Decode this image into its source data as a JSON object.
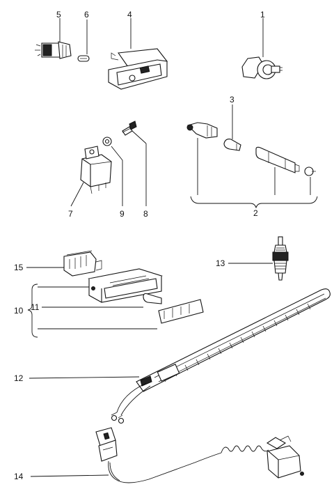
{
  "labels": {
    "c1": "1",
    "c2": "2",
    "c3": "3",
    "c4": "4",
    "c5": "5",
    "c6": "6",
    "c7": "7",
    "c8": "8",
    "c9": "9",
    "c10": "10",
    "c11": "11",
    "c12": "12",
    "c13": "13",
    "c14": "14",
    "c15": "15"
  }
}
